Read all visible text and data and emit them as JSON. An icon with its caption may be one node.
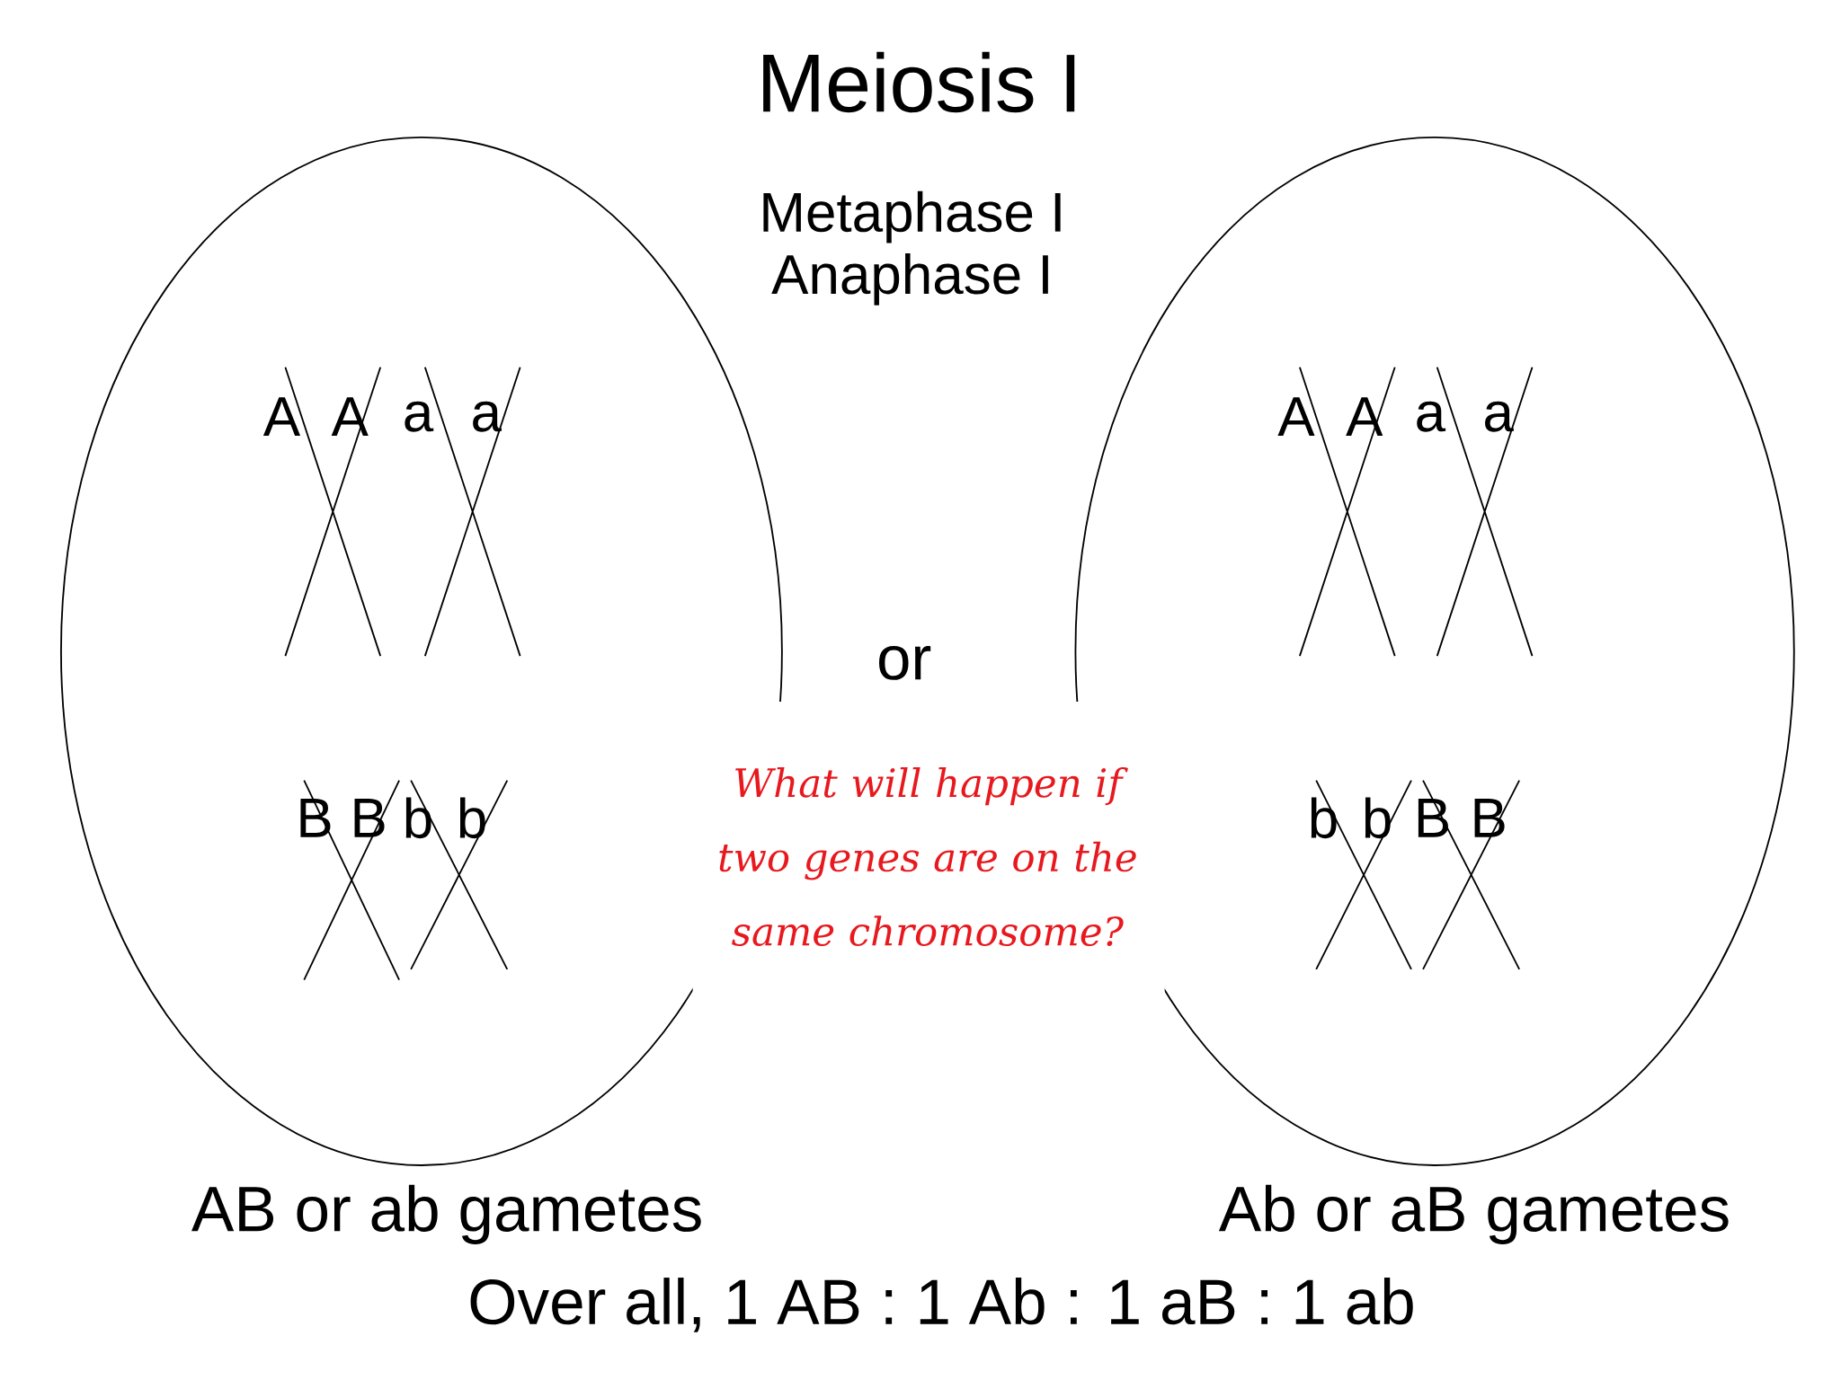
{
  "diagram": {
    "title": "Meiosis I",
    "nodes": [
      {
        "text": [
          "A",
          "A",
          "a",
          "a",
          "B",
          "B",
          "b",
          "b"
        ],
        "beside": [
          "AB or ab gametes"
        ]
      },
      {
        "text": [
          "A",
          "A",
          "a",
          "a",
          "b",
          "b",
          "B",
          "B"
        ],
        "beside": [
          "Ab or aB gametes"
        ]
      }
    ],
    "labels": [
      "Metaphase I",
      "Anaphase I",
      "or",
      "What will happen if two genes are on the same chromosome?",
      "Over all, 1 AB : 1 Ab : 1 aB : 1 ab"
    ]
  }
}
